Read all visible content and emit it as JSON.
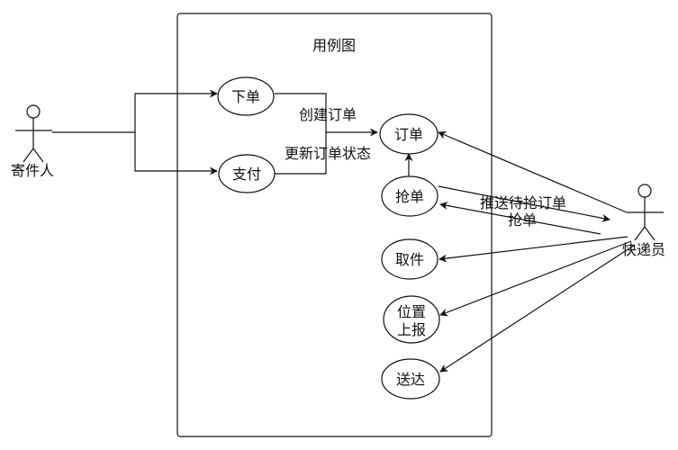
{
  "system": {
    "title": "用例图"
  },
  "actors": {
    "sender": {
      "name": "寄件人",
      "icon": "stick-figure-icon"
    },
    "courier": {
      "name": "快递员",
      "icon": "stick-figure-icon"
    }
  },
  "use_cases": {
    "place_order": "下单",
    "pay": "支付",
    "order": "订单",
    "grab_order": "抢单",
    "pickup": "取件",
    "location_report_line1": "位置",
    "location_report_line2": "上报",
    "deliver": "送达"
  },
  "edge_labels": {
    "create_order": "创建订单",
    "update_status": "更新订单状态",
    "push_pending": "推送待抢订单",
    "grab": "抢单"
  },
  "colors": {
    "stroke": "#111111",
    "background": "#ffffff"
  }
}
